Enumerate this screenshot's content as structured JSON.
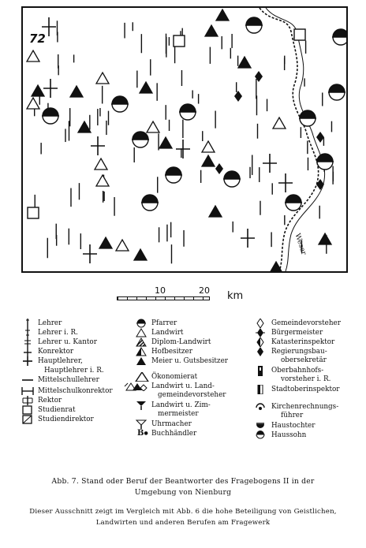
{
  "map": {
    "sheet_number": "72",
    "river_label": "Weser",
    "scale": {
      "tick_labels": [
        "10",
        "20"
      ],
      "unit": "km"
    }
  },
  "legend": {
    "left": [
      {
        "id": "lehrer",
        "label": "Lehrer",
        "icon": "vertical-line-tick-top-icon"
      },
      {
        "id": "lehrer-ir",
        "label": "Lehrer i. R.",
        "icon": "vertical-line-tick-top-bottom-icon"
      },
      {
        "id": "lehrer-kantor",
        "label": "Lehrer u. Kantor",
        "icon": "vertical-line-ticks-icon"
      },
      {
        "id": "konrektor",
        "label": "Konrektor",
        "icon": "vertical-line-crossbar-icon"
      },
      {
        "id": "hauptlehrer",
        "label": "Hauptlehrer,",
        "icon": "cross-icon"
      },
      {
        "id": "hauptlehrer-ir",
        "label": "Hauptlehrer i. R.",
        "icon": ""
      },
      {
        "id": "mittelschullehrer",
        "label": "Mittelschullehrer",
        "icon": "short-vertical-line-icon"
      },
      {
        "id": "mittelschulkonrektor",
        "label": "Mittelschulkonrektor",
        "icon": "double-crossbar-line-icon"
      },
      {
        "id": "rektor",
        "label": "Rektor",
        "icon": "rektor-cross-icon"
      },
      {
        "id": "studienrat",
        "label": "Studienrat",
        "icon": "square-icon"
      },
      {
        "id": "studiendirektor",
        "label": "Studiendirektor",
        "icon": "square-diagonal-icon"
      }
    ],
    "middle": [
      {
        "id": "pfarrer",
        "label": "Pfarrer",
        "icon": "circle-half-filled-icon"
      },
      {
        "id": "landwirt",
        "label": "Landwirt",
        "icon": "triangle-outline-icon"
      },
      {
        "id": "diplom-landwirt",
        "label": "Diplom-Landwirt",
        "icon": "triangle-striped-icon"
      },
      {
        "id": "hofbesitzer",
        "label": "Hofbesitzer",
        "icon": "triangle-half-icon"
      },
      {
        "id": "meier",
        "label": "Meier u. Gutsbesitzer",
        "icon": "triangle-filled-icon"
      },
      {
        "id": "oekonomierat",
        "label": "Ökonomierat",
        "icon": "triangle-large-outline-icon"
      },
      {
        "id": "landwirt-gemeindevorsteher",
        "label": "Landwirt u. Landgemeindevorsteher",
        "icon": "triangle-group-icon"
      },
      {
        "id": "landwirt-zimmermeister",
        "label": "Landwirt u. Zimmermeister",
        "icon": "funnel-icon"
      },
      {
        "id": "uhrmacher",
        "label": "Uhrmacher",
        "icon": "y-outline-icon"
      },
      {
        "id": "buchhaendler",
        "label": "Buchhändler",
        "icon": "b-dot-icon"
      }
    ],
    "middle_text": {
      "landwirt_landgemeinde_1": "Landwirt u. Land-",
      "landwirt_landgemeinde_2": "gemeindevorsteher",
      "landwirt_zimmer_1": "Landwirt u. Zim-",
      "landwirt_zimmer_2": "mermeister",
      "b_glyph": "B"
    },
    "right": [
      {
        "id": "gemeindevorsteher",
        "label": "Gemeindevorsteher",
        "icon": "diamond-outline-icon"
      },
      {
        "id": "buergermeister",
        "label": "Bürgermeister",
        "icon": "diamond-cross-icon"
      },
      {
        "id": "katasterinspektor",
        "label": "Katasterinspektor",
        "icon": "diamond-half-icon"
      },
      {
        "id": "regierungsbauobersekretaer",
        "label": "Regierungsbau-obersekretär",
        "icon": "diamond-filled-icon"
      },
      {
        "id": "oberbahnhofsvorsteher",
        "label": "Oberbahnhofs-vorsteher i. R.",
        "icon": "rect-filled-icon"
      },
      {
        "id": "stadtoberinspektor",
        "label": "Stadtoberinspektor",
        "icon": "rect-half-icon"
      },
      {
        "id": "kirchenrechnungsfuehrer",
        "label": "Kirchenrechnungs-führer",
        "icon": "circle-dot-icon"
      },
      {
        "id": "haustochter",
        "label": "Haustochter",
        "icon": "half-circle-bar-icon"
      },
      {
        "id": "haussohn",
        "label": "Haussohn",
        "icon": "half-circle-filled-icon"
      }
    ],
    "right_text": {
      "regierungsbau_1": "Regierungsbau-",
      "regierungsbau_2": "obersekretär",
      "oberbahnhofs_1": "Oberbahnhofs-",
      "oberbahnhofs_2": "vorsteher i. R.",
      "kirchen_1": "Kirchenrechnungs-",
      "kirchen_2": "führer"
    }
  },
  "caption": {
    "line1": "Abb. 7. Stand oder Beruf der Beantworter des Fragebogens II in der",
    "line2": "Umgebung von Nienburg",
    "line3": "Dieser Ausschnitt zeigt im Vergleich mit Abb. 6 die hohe Beteiligung von Geistlichen,",
    "line4": "Landwirten und anderen Berufen am Fragewerk"
  }
}
